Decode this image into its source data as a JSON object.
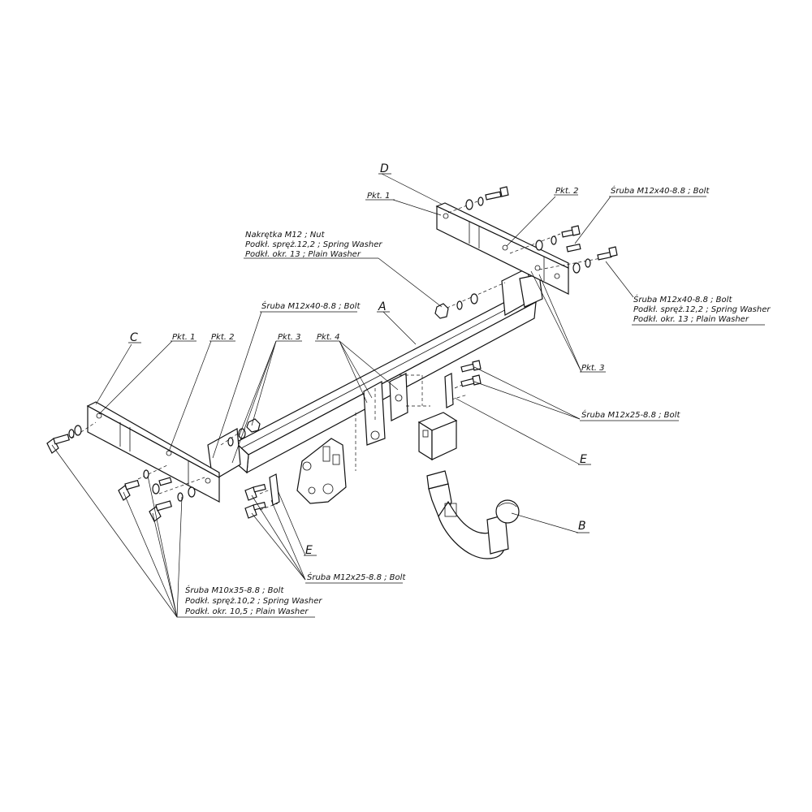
{
  "letters": {
    "a": "A",
    "b": "B",
    "c": "C",
    "d": "D",
    "e_right": "E",
    "e_left": "E"
  },
  "labels": {
    "pkt1_d": "Pkt. 1",
    "pkt2_d": "Pkt. 2",
    "pkt3_right": "Pkt. 3",
    "pkt1_c": "Pkt. 1",
    "pkt2_c": "Pkt. 2",
    "pkt3_c": "Pkt. 3",
    "pkt4": "Pkt. 4"
  },
  "callouts": {
    "nut_group": [
      "Nakrętka  M12 ; Nut",
      "Podkł. spręż.12,2 ; Spring Washer",
      "Podkł. okr. 13 ; Plain Washer"
    ],
    "bolt_d_top": "Śruba M12x40-8.8 ;  Bolt",
    "bolt_d_group": [
      "Śruba M12x40-8.8 ;  Bolt",
      "Podkł. spręż.12,2 ; Spring Washer",
      "Podkł. okr. 13 ; Plain Washer"
    ],
    "bolt_c_top": "Śruba M12x40-8.8 ;  Bolt",
    "bolt_e_right": "Śruba M12x25-8.8 ;  Bolt",
    "bolt_e_left": "Śruba M12x25-8.8 ;  Bolt",
    "bolt_c_group": [
      "Śruba M10x35-8.8 ;  Bolt",
      "Podkł. spręż.10,2 ; Spring Washer",
      "Podkł. okr. 10,5 ; Plain Washer"
    ]
  }
}
